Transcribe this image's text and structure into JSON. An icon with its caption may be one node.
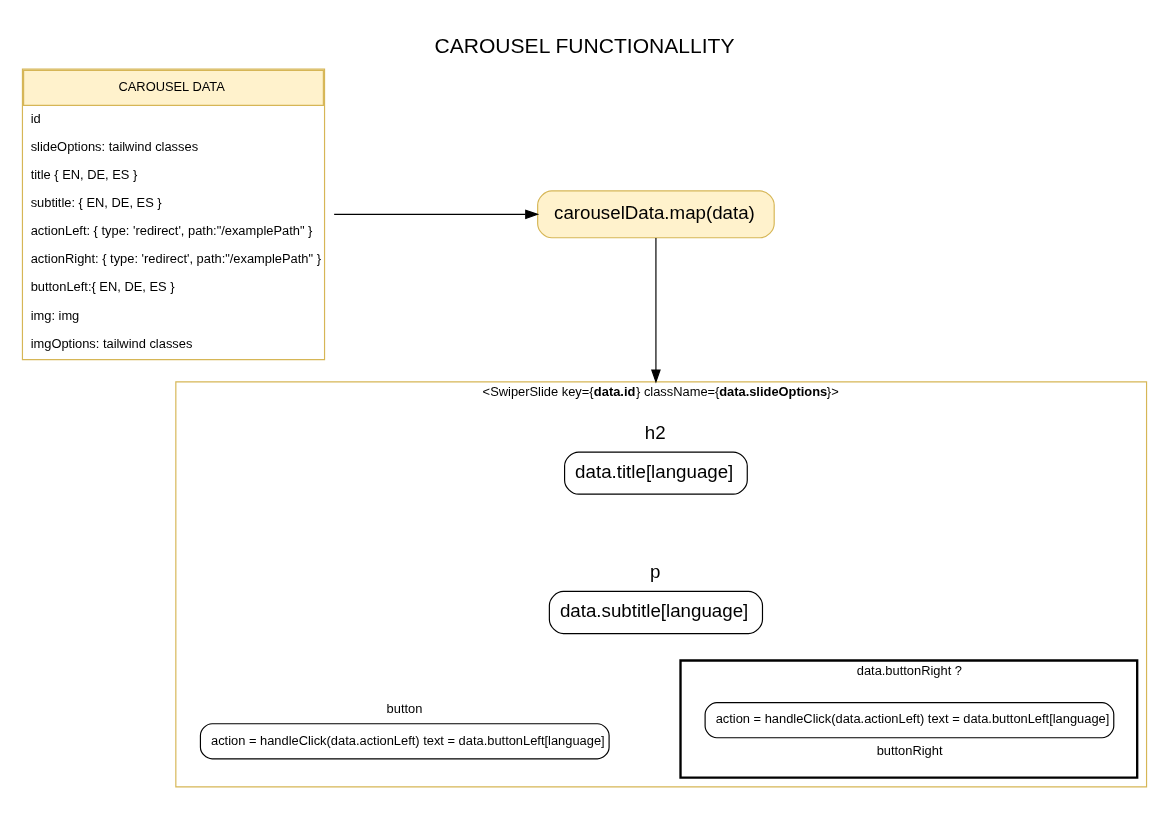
{
  "diagram": {
    "title": "CAROUSEL FUNCTIONALLITY",
    "nodes": [
      {
        "text": [
          "CAROUSEL DATA",
          "id",
          "slideOptions: tailwind classes",
          "title { EN, DE, ES }",
          "subtitle: { EN, DE, ES }",
          "actionLeft: { type: 'redirect', path:\"/examplePath\" }",
          "actionRight: { type: 'redirect', path:\"/examplePath\" }",
          "buttonLeft:{ EN, DE, ES }",
          "img: img",
          "imgOptions: tailwind classes"
        ]
      },
      {
        "text": [
          "carouselData.map(data)"
        ]
      },
      {
        "text": [
          "<SwiperSlide key={**data.id**} className={**data.slideOptions**}>"
        ]
      },
      {
        "text": [
          "h2",
          "data.title[language]"
        ],
        "in": 2
      },
      {
        "text": [
          "p",
          "data.subtitle[language]"
        ],
        "in": 2
      },
      {
        "text": [
          "button",
          "action = handleClick(data.actionLeft) text = data.buttonLeft[language]"
        ],
        "in": 2
      },
      {
        "text": [
          "data.buttonRight ?"
        ],
        "in": 2
      },
      {
        "text": [
          "action = handleClick(data.actionLeft) text = data.buttonLeft[language]"
        ],
        "beside": [
          "buttonRight"
        ],
        "in": 6
      }
    ],
    "edges": [
      {
        "from": 0,
        "to": 1,
        "arrow": "to"
      },
      {
        "from": 1,
        "to": 2,
        "arrow": "to"
      }
    ]
  }
}
